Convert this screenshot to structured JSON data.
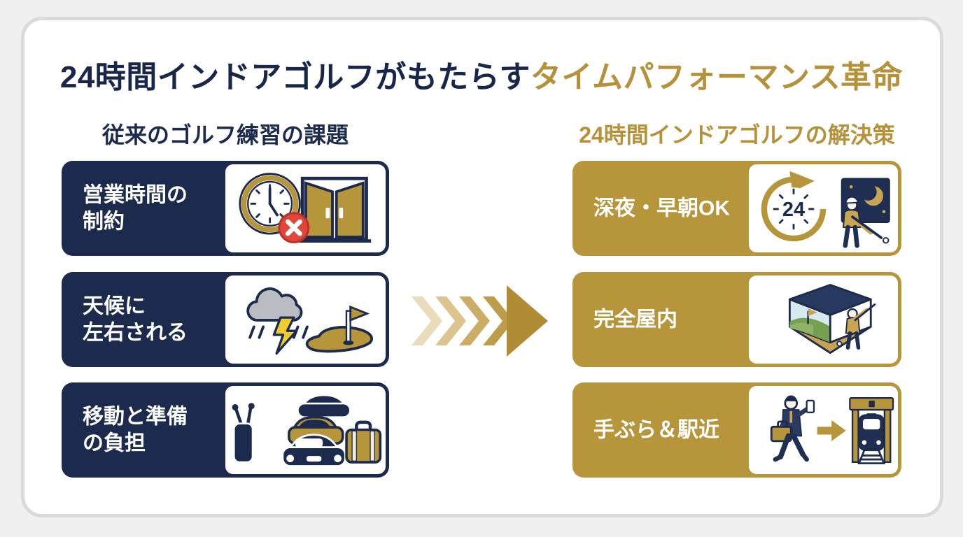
{
  "title": {
    "part1": "24時間インドアゴルフがもたらす",
    "part2": "タイムパフォーマンス革命"
  },
  "left_column": {
    "header": "従来のゴルフ練習の課題",
    "cards": [
      {
        "lines": [
          "営業時間の",
          "制約"
        ],
        "icon": "clock-closed-doors-icon"
      },
      {
        "lines": [
          "天候に",
          "左右される"
        ],
        "icon": "storm-cloud-golf-course-icon"
      },
      {
        "lines": [
          "移動と準備",
          "の負担"
        ],
        "icon": "traffic-golfbag-suitcase-icon"
      }
    ]
  },
  "right_column": {
    "header": "24時間インドアゴルフの解決策",
    "cards": [
      {
        "label": "深夜・早朝OK",
        "icon": "24h-clock-night-golfer-icon",
        "clock_text": "24"
      },
      {
        "label": "完全屋内",
        "icon": "indoor-golf-simulator-icon"
      },
      {
        "label": "手ぶら＆駅近",
        "icon": "walk-to-station-icon"
      }
    ]
  },
  "flow": {
    "direction": "left-to-right",
    "arrow_count": 5
  },
  "colors": {
    "background": "#eff0ef",
    "panel": "#ffffff",
    "panel_border": "#d8dadb",
    "navy": "#1c2b4d",
    "gold": "#b6953b",
    "title_navy": "#18264a",
    "title_gold": "#b5923a",
    "red_badge": "#e0473c",
    "cloud_gray": "#b9bdc2",
    "lightning_yellow": "#f0cc2e",
    "chevron_light": "#e9dcba",
    "chevron_dark": "#b08c34"
  }
}
